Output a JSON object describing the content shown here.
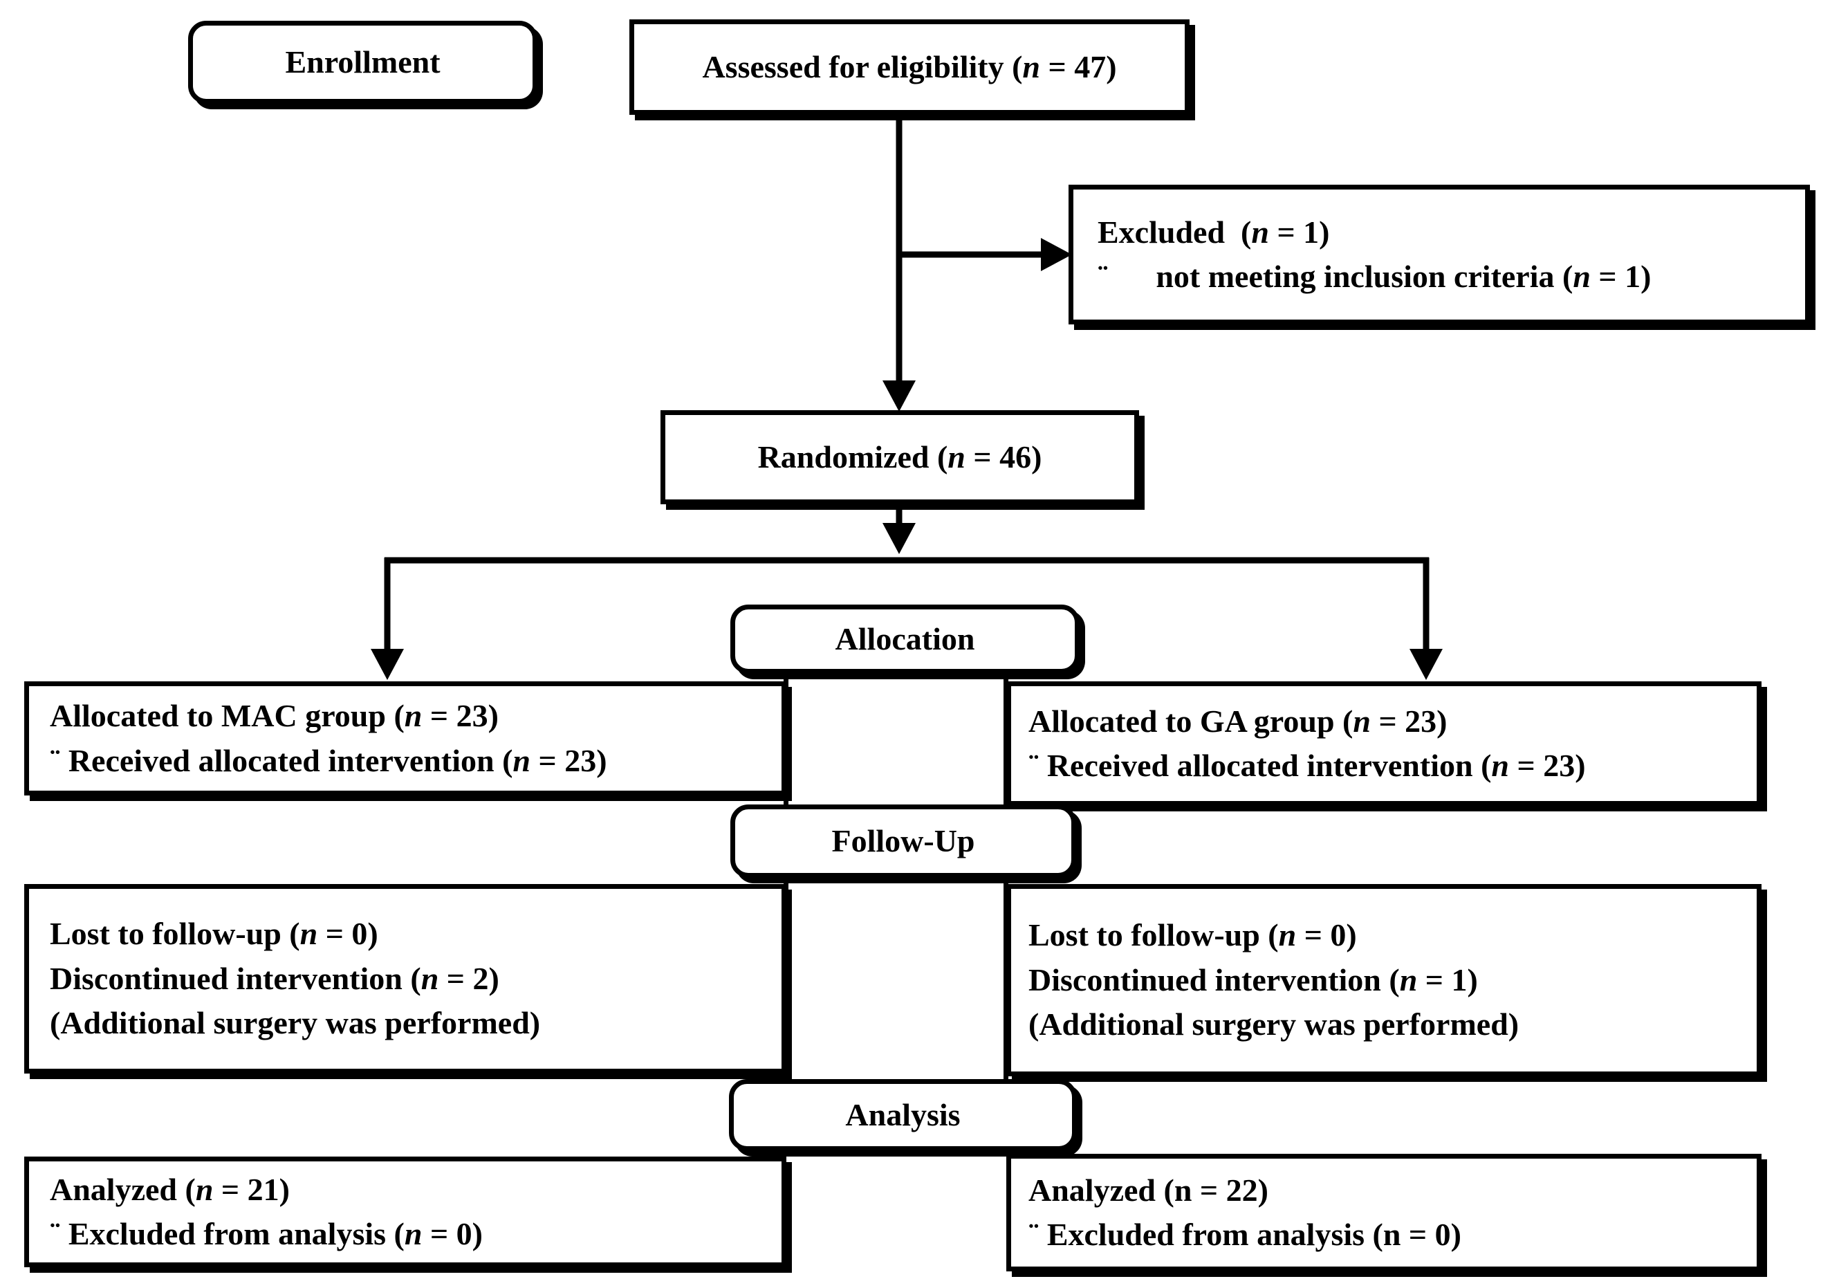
{
  "diagram": {
    "colors": {
      "line": "#000000",
      "box_border": "#000000",
      "box_bg": "#ffffff",
      "text": "#000000"
    },
    "enrollment": {
      "label": "Enrollment"
    },
    "assessed": {
      "text": "Assessed for eligibility (*n* = 47)"
    },
    "excluded": {
      "lines": [
        "Excluded  (*n* = 1)",
        "¨      not meeting inclusion criteria (*n* = 1)"
      ]
    },
    "randomized": {
      "text": "Randomized (*n* = 46)"
    },
    "allocation": {
      "label": "Allocation",
      "left": {
        "lines": [
          "Allocated to MAC group (*n* = 23)",
          "¨ Received allocated intervention (*n* = 23)"
        ]
      },
      "right": {
        "lines": [
          "Allocated to GA group (*n* = 23)",
          "¨ Received allocated intervention (*n* = 23)"
        ]
      }
    },
    "followup": {
      "label": "Follow-Up",
      "left": {
        "lines": [
          "Lost to follow-up (*n* = 0)",
          "Discontinued intervention (*n* = 2)",
          "(Additional surgery was performed)"
        ]
      },
      "right": {
        "lines": [
          "Lost to follow-up (*n* = 0)",
          "Discontinued intervention (*n* = 1)",
          "(Additional surgery was performed)"
        ]
      }
    },
    "analysis": {
      "label": "Analysis",
      "left": {
        "lines": [
          "Analyzed (*n* = 21)",
          "¨ Excluded from analysis (*n* = 0)"
        ]
      },
      "right": {
        "lines": [
          "Analyzed (n = 22)",
          "¨ Excluded from analysis (n = 0)"
        ]
      }
    }
  }
}
